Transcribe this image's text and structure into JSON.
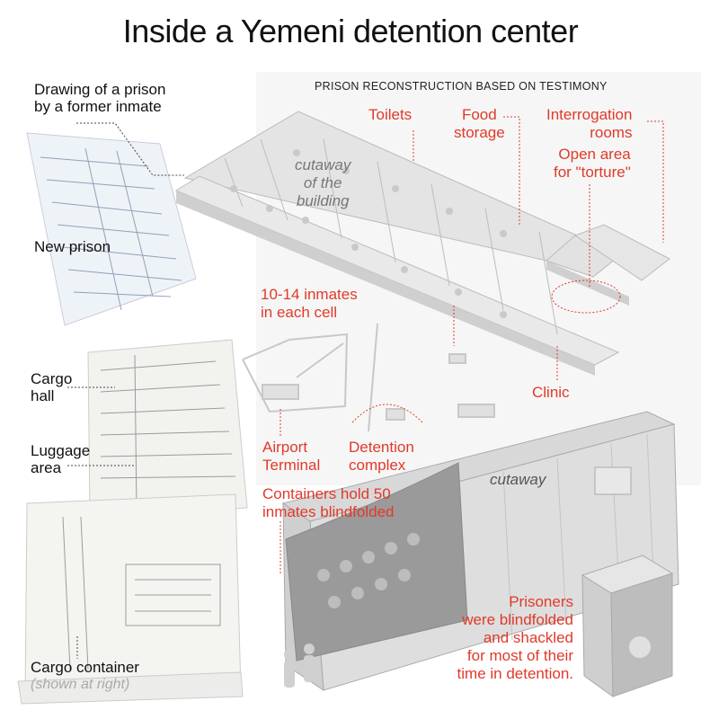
{
  "header": {
    "title": "Inside a Yemeni detention center",
    "subtitle": "PRISON RECONSTRUCTION BASED ON TESTIMONY"
  },
  "left_labels": {
    "drawing": "Drawing of a prison\nby a former inmate",
    "new_prison": "New prison",
    "cargo_hall": "Cargo\nhall",
    "luggage_area": "Luggage\narea",
    "cargo_container": "Cargo container",
    "shown_at_right": "(shown at right)"
  },
  "prison_labels": {
    "toilets": "Toilets",
    "food_storage": "Food\nstorage",
    "interrogation_rooms": "Interrogation\nrooms",
    "open_area": "Open area\nfor \"torture\"",
    "cutaway": "cutaway\nof the\nbuilding",
    "inmates_per_cell": "10-14 inmates\nin each cell",
    "clinic": "Clinic",
    "airport_terminal": "Airport\nTerminal",
    "detention_complex": "Detention\ncomplex"
  },
  "container_labels": {
    "containers_hold": "Containers hold 50\ninmates blindfolded",
    "cutaway": "cutaway",
    "prisoners_note": "Prisoners\nwere blindfolded\nand shackled\nfor most of their\ntime in detention."
  },
  "colors": {
    "accent_red": "#e03a2a",
    "text": "#111111",
    "model_gray": "#d9d9d9"
  }
}
